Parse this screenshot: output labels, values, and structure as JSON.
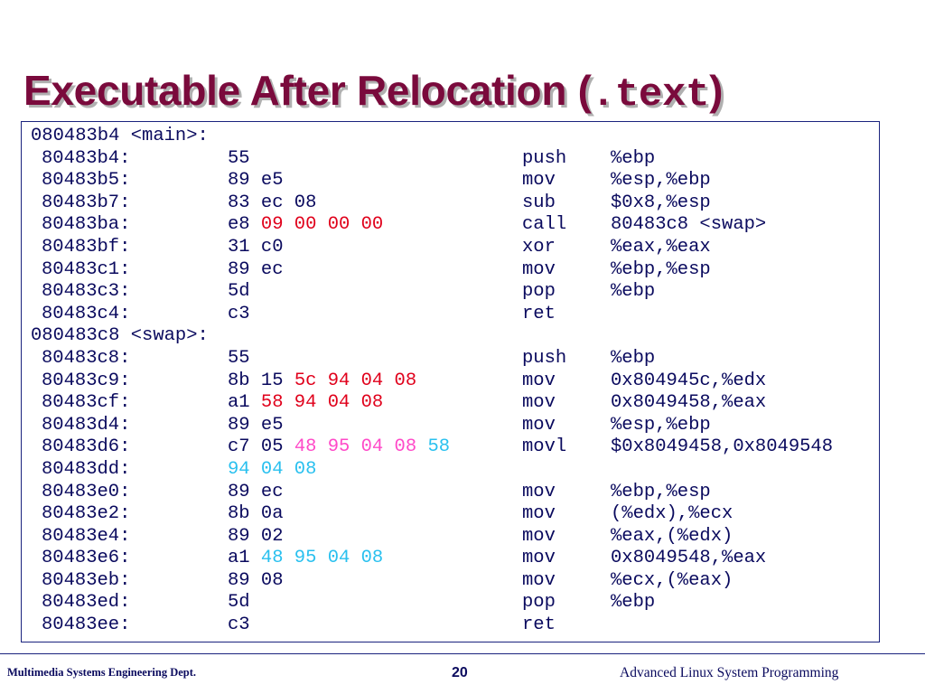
{
  "slide": {
    "title_prefix": "Executable After Relocation (",
    "title_mono": ".text",
    "title_suffix": ")"
  },
  "sections": [
    {
      "header": "080483b4 <main>:",
      "lines": [
        {
          "addr": "80483b4:",
          "bytes": [
            {
              "t": "55",
              "c": ""
            }
          ],
          "op": "push",
          "args": "%ebp"
        },
        {
          "addr": "80483b5:",
          "bytes": [
            {
              "t": "89 e5",
              "c": ""
            }
          ],
          "op": "mov",
          "args": "%esp,%ebp"
        },
        {
          "addr": "80483b7:",
          "bytes": [
            {
              "t": "83 ec 08",
              "c": ""
            }
          ],
          "op": "sub",
          "args": "$0x8,%esp"
        },
        {
          "addr": "80483ba:",
          "bytes": [
            {
              "t": "e8 ",
              "c": ""
            },
            {
              "t": "09 00 00 00",
              "c": "red"
            }
          ],
          "op": "call",
          "args": "80483c8 <swap>"
        },
        {
          "addr": "80483bf:",
          "bytes": [
            {
              "t": "31 c0",
              "c": ""
            }
          ],
          "op": "xor",
          "args": "%eax,%eax"
        },
        {
          "addr": "80483c1:",
          "bytes": [
            {
              "t": "89 ec",
              "c": ""
            }
          ],
          "op": "mov",
          "args": "%ebp,%esp"
        },
        {
          "addr": "80483c3:",
          "bytes": [
            {
              "t": "5d",
              "c": ""
            }
          ],
          "op": "pop",
          "args": "%ebp"
        },
        {
          "addr": "80483c4:",
          "bytes": [
            {
              "t": "c3",
              "c": ""
            }
          ],
          "op": "ret",
          "args": ""
        }
      ]
    },
    {
      "header": "080483c8 <swap>:",
      "lines": [
        {
          "addr": "80483c8:",
          "bytes": [
            {
              "t": "55",
              "c": ""
            }
          ],
          "op": "push",
          "args": "%ebp"
        },
        {
          "addr": "80483c9:",
          "bytes": [
            {
              "t": "8b 15 ",
              "c": ""
            },
            {
              "t": "5c 94 04 08",
              "c": "red"
            }
          ],
          "op": "mov",
          "args": "0x804945c,%edx"
        },
        {
          "addr": "80483cf:",
          "bytes": [
            {
              "t": "a1 ",
              "c": ""
            },
            {
              "t": "58 94 04 08",
              "c": "red"
            }
          ],
          "op": "mov",
          "args": "0x8049458,%eax"
        },
        {
          "addr": "80483d4:",
          "bytes": [
            {
              "t": "89 e5",
              "c": ""
            }
          ],
          "op": "mov",
          "args": "%esp,%ebp"
        },
        {
          "addr": "80483d6:",
          "bytes": [
            {
              "t": "c7 05 ",
              "c": ""
            },
            {
              "t": "48 95 04 08 ",
              "c": "pink"
            },
            {
              "t": "58",
              "c": "cyan"
            }
          ],
          "op": "movl",
          "args": "$0x8049458,0x8049548"
        },
        {
          "addr": "80483dd:",
          "bytes": [
            {
              "t": "94 04 08",
              "c": "cyan"
            }
          ],
          "op": "",
          "args": ""
        },
        {
          "addr": "80483e0:",
          "bytes": [
            {
              "t": "89 ec",
              "c": ""
            }
          ],
          "op": "mov",
          "args": "%ebp,%esp"
        },
        {
          "addr": "80483e2:",
          "bytes": [
            {
              "t": "8b 0a",
              "c": ""
            }
          ],
          "op": "mov",
          "args": "(%edx),%ecx"
        },
        {
          "addr": "80483e4:",
          "bytes": [
            {
              "t": "89 02",
              "c": ""
            }
          ],
          "op": "mov",
          "args": "%eax,(%edx)"
        },
        {
          "addr": "80483e6:",
          "bytes": [
            {
              "t": "a1 ",
              "c": ""
            },
            {
              "t": "48 95 04 08",
              "c": "cyan"
            }
          ],
          "op": "mov",
          "args": "0x8049548,%eax"
        },
        {
          "addr": "80483eb:",
          "bytes": [
            {
              "t": "89 08",
              "c": ""
            }
          ],
          "op": "mov",
          "args": "%ecx,(%eax)"
        },
        {
          "addr": "80483ed:",
          "bytes": [
            {
              "t": "5d",
              "c": ""
            }
          ],
          "op": "pop",
          "args": "%ebp"
        },
        {
          "addr": "80483ee:",
          "bytes": [
            {
              "t": "c3",
              "c": ""
            }
          ],
          "op": "ret",
          "args": ""
        }
      ]
    }
  ],
  "footer": {
    "left": "Multimedia Systems Engineering Dept.",
    "page": "20",
    "right": "Advanced Linux System Programming"
  },
  "colors": {
    "title": "#7a0a3c",
    "text": "#0a0a5e",
    "red": "#e0001b",
    "pink": "#ff49c8",
    "cyan": "#29c0ef",
    "border": "#1a237e"
  }
}
